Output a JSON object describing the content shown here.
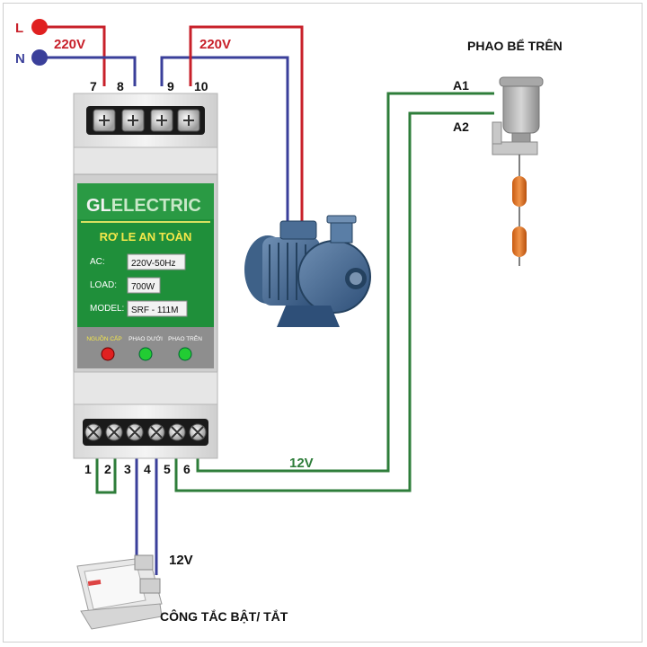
{
  "colors": {
    "red_wire": "#c8202a",
    "blue_wire": "#3a3f9a",
    "green_wire": "#2e7d3a",
    "relay_green": "#1f8f3a",
    "led_red": "#e02020",
    "led_green": "#22cc33"
  },
  "supply": {
    "L": "L",
    "N": "N",
    "voltage_top_left": "220V",
    "voltage_top_right": "220V"
  },
  "terminals_top": [
    "7",
    "8",
    "9",
    "10"
  ],
  "terminals_bottom": [
    "1",
    "2",
    "3",
    "4",
    "5",
    "6"
  ],
  "relay": {
    "brand_left": "GL",
    "brand_right": "ELECTRIC",
    "title": "RƠ LE AN TOÀN",
    "rows": [
      {
        "label": "AC:",
        "value": "220V-50Hz"
      },
      {
        "label": "LOAD:",
        "value": "700W"
      },
      {
        "label": "MODEL:",
        "value": "SRF - 111M"
      }
    ],
    "indicators": [
      {
        "label": "NGUỒN CẤP",
        "color": "red"
      },
      {
        "label": "PHAO DƯỚI",
        "color": "green"
      },
      {
        "label": "PHAO TRÊN",
        "color": "green"
      }
    ]
  },
  "float": {
    "title": "PHAO BỂ TRÊN",
    "a1": "A1",
    "a2": "A2"
  },
  "low_voltage_float": "12V",
  "low_voltage_switch": "12V",
  "switch_label": "CÔNG TẮC BẬT/ TẮT",
  "icons": {
    "pump": "water-pump-icon",
    "float_switch": "float-switch-icon",
    "wall_switch": "wall-switch-icon"
  }
}
